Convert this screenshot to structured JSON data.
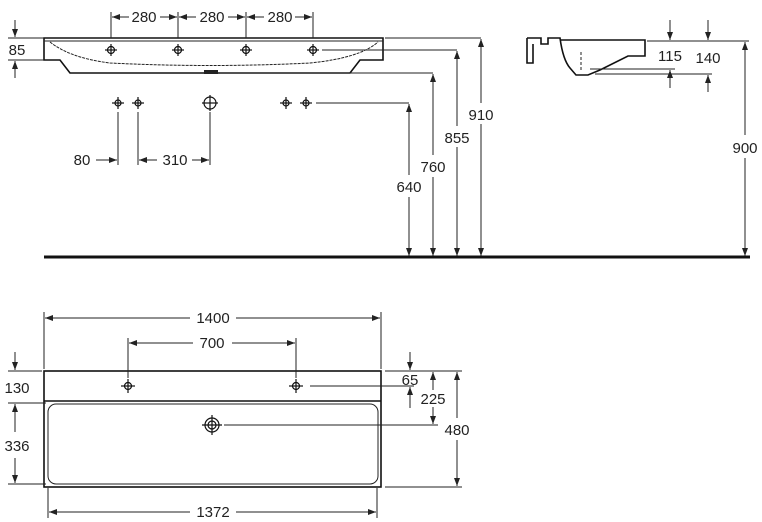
{
  "front_view": {
    "tap_spacing": [
      "280",
      "280",
      "280"
    ],
    "rim_height": "85",
    "valve_spacing": "80",
    "valve_to_drain": "310",
    "heights": [
      "640",
      "760",
      "855",
      "910"
    ]
  },
  "side_view": {
    "depth_a": "115",
    "depth_b": "140",
    "height": "900"
  },
  "plan_view": {
    "overall_width": "1400",
    "tap_spacing": "700",
    "inner_width": "1372",
    "deck_depth": "130",
    "basin_depth": "336",
    "tap_offset": "65",
    "drain_offset": "225",
    "overall_depth": "480"
  }
}
